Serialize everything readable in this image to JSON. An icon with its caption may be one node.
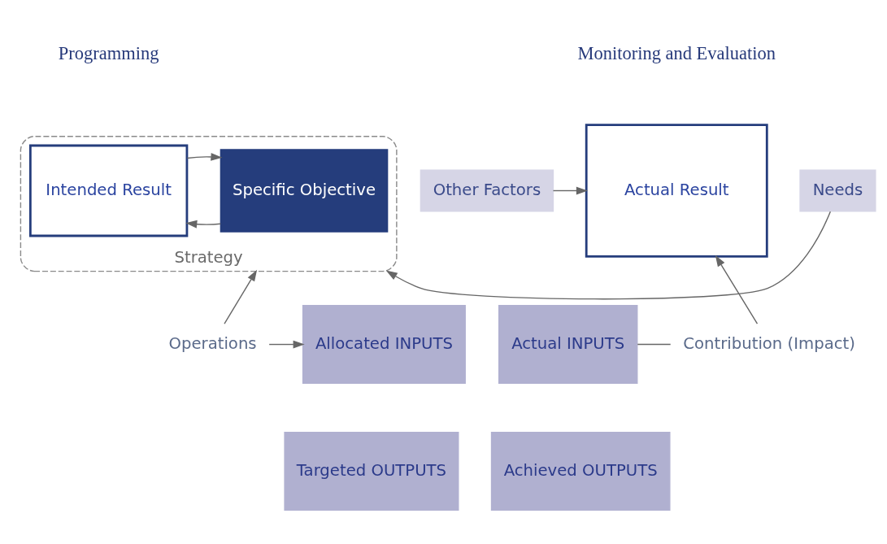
{
  "diagram": {
    "nodes": [
      {
        "text": [
          "Strategy"
        ]
      },
      {
        "text": [
          "Needs"
        ]
      },
      {
        "text": [
          "Specific Objective"
        ],
        "in": 0
      },
      {
        "text": [
          "Intended Result"
        ],
        "in": 0
      },
      {
        "text": [
          "Actual Result"
        ]
      },
      {
        "text": [
          "Other Factors"
        ]
      },
      {
        "text": [
          "Operations"
        ]
      },
      {
        "text": [
          "Allocated INPUTS"
        ]
      },
      {
        "text": [
          "Actual INPUTS"
        ]
      },
      {
        "text": [
          "Targeted OUTPUTS"
        ]
      },
      {
        "text": [
          "Achieved OUTPUTS"
        ]
      },
      {
        "text": [
          "Contribution (Impact)"
        ]
      }
    ],
    "edges": [
      {
        "from": 1,
        "to": 0,
        "arrow": "to"
      },
      {
        "from": 3,
        "to": 2,
        "arrow": "to"
      },
      {
        "from": 2,
        "to": 3,
        "arrow": "to"
      },
      {
        "from": 5,
        "to": 4,
        "arrow": "to"
      },
      {
        "from": 6,
        "to": 0,
        "arrow": "to"
      },
      {
        "from": 6,
        "to": 7,
        "arrow": "to"
      },
      {
        "from": 8,
        "to": 11,
        "arrow": "none"
      },
      {
        "from": 11,
        "to": 4,
        "arrow": "to"
      }
    ],
    "labels": [
      "Programming",
      "Monitoring and Evaluation"
    ]
  }
}
